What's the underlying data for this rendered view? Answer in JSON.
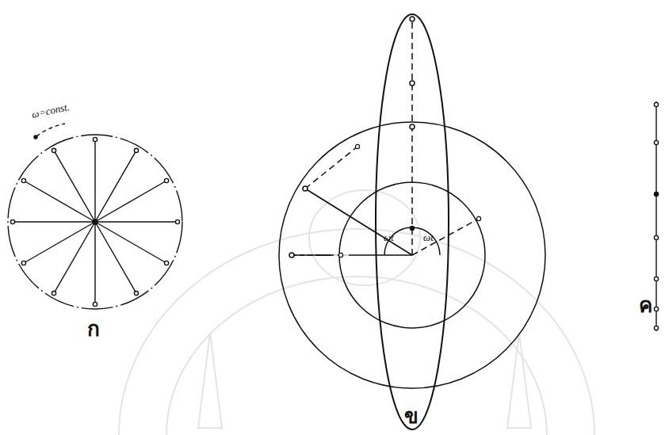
{
  "diagram": {
    "labels": [
      "ω=const.",
      "ก",
      "ωt",
      "ωt",
      "ข",
      "ค"
    ]
  }
}
